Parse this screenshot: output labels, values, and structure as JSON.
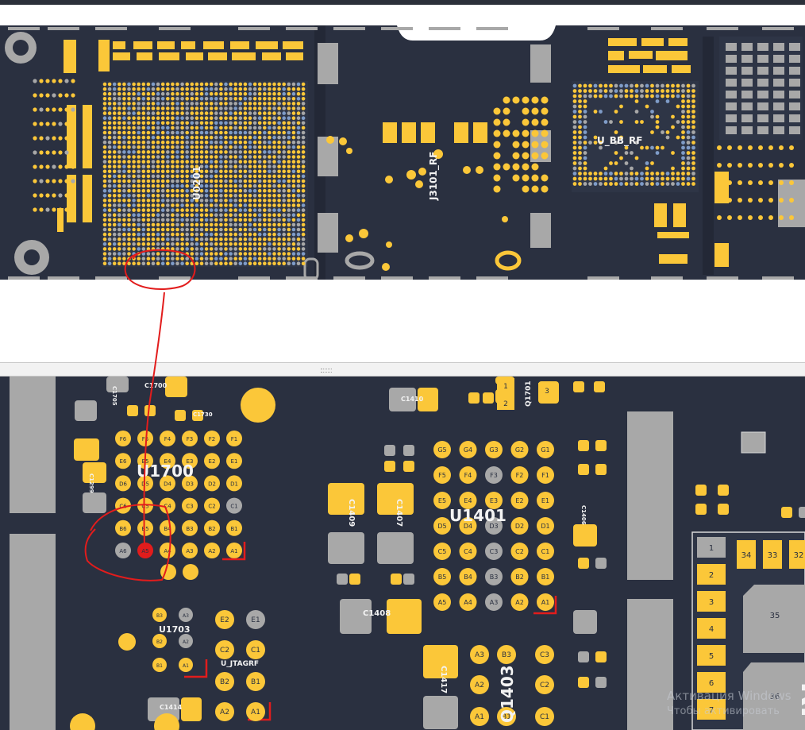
{
  "colors": {
    "board": "#2a3040",
    "pad_yellow": "#fbc739",
    "pad_gray": "#a8a8a8",
    "pad_blue": "#7f9cc8",
    "annotation_red": "#e21c1c",
    "label_white": "#f3f3f3"
  },
  "top_view": {
    "labels": {
      "u0201": "U0201",
      "j3101": "J3101_RF",
      "ubbrf": "U_BB_RF"
    }
  },
  "bottom_view": {
    "labels": {
      "u1700": "U1700",
      "u1401": "U1401",
      "u1703": "U1703",
      "u_jtagrf": "U_JTAGRF",
      "q1403": "Q1403",
      "q1701": "Q1701",
      "c1409": "C1409",
      "c1407": "C1407",
      "c1408": "C1408",
      "c1417": "C1417",
      "c1414": "C1414",
      "c1410": "C1410",
      "c1705": "C1705",
      "c1700": "C1700",
      "c1730": "C1730",
      "c1299": "C1299",
      "c1406": "C1406"
    },
    "u1700_grid": {
      "rows": [
        [
          "F6",
          "F5",
          "F4",
          "F3",
          "F2",
          "F1"
        ],
        [
          "E6",
          "E5",
          "E4",
          "E3",
          "E2",
          "E1"
        ],
        [
          "D6",
          "D5",
          "D4",
          "D3",
          "D2",
          "D1"
        ],
        [
          "C6",
          "C5",
          "C4",
          "C3",
          "C2",
          "C1"
        ],
        [
          "B6",
          "B5",
          "B4",
          "B3",
          "B2",
          "B1"
        ],
        [
          "A6",
          "A5",
          "A4",
          "A3",
          "A2",
          "A1"
        ]
      ],
      "gray": [
        "C1",
        "A6"
      ],
      "red": [
        "A5"
      ]
    },
    "u1401_grid": {
      "rows": [
        [
          "G5",
          "G4",
          "G3",
          "G2",
          "G1"
        ],
        [
          "F5",
          "F4",
          "F3",
          "F2",
          "F1"
        ],
        [
          "E5",
          "E4",
          "E3",
          "E2",
          "E1"
        ],
        [
          "D5",
          "D4",
          "D3",
          "D2",
          "D1"
        ],
        [
          "C5",
          "C4",
          "C3",
          "C2",
          "C1"
        ],
        [
          "B5",
          "B4",
          "B3",
          "B2",
          "B1"
        ],
        [
          "A5",
          "A4",
          "A3",
          "A2",
          "A1"
        ]
      ],
      "gray": [
        "F3",
        "D3",
        "C3",
        "B3",
        "A3"
      ]
    },
    "u1703_pins": [
      "B3",
      "A3",
      "B2",
      "A2",
      "B1",
      "A1"
    ],
    "jtag_pins": [
      "E2",
      "E1",
      "C2",
      "C1",
      "B2",
      "B1",
      "A2",
      "A1"
    ],
    "q1403_pins": [
      "A3",
      "B3",
      "C3",
      "A2",
      "C2",
      "A1",
      "B1",
      "C1"
    ],
    "connector_pins_col": [
      "1",
      "2",
      "3",
      "4",
      "5",
      "6",
      "7"
    ],
    "connector_pins_row": [
      "34",
      "33",
      "32"
    ],
    "connector_big": [
      "35",
      "36"
    ],
    "q1701_pins": [
      "1",
      "2",
      "3"
    ],
    "rf_text": "RF"
  },
  "watermark": {
    "line1": "Активация Windows",
    "line2": "Чтобы активировать"
  }
}
